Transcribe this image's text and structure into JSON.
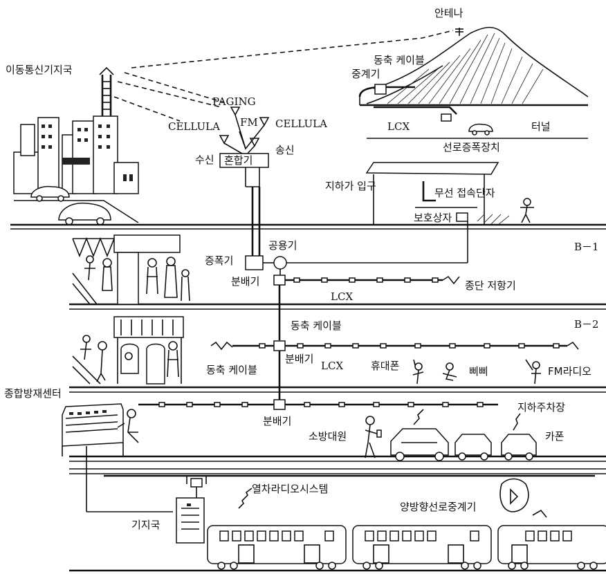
{
  "labels": {
    "antenna": "안테나",
    "mobile_base_station": "이동통신기지국",
    "coax_cable_top": "동축 케이블",
    "repeater": "중계기",
    "lcx_tunnel": "LCX",
    "tunnel": "터널",
    "line_amplifier": "선로증폭장치",
    "paging": "PAGING",
    "cellula_left": "CELLULA",
    "fm": "FM",
    "cellula_right": "CELLULA",
    "receive": "수신",
    "combiner_top": "혼합기",
    "transmit": "송신",
    "underground_entrance": "지하가 입구",
    "wireless_connector": "무선 접속단자",
    "protection_box": "보호상자",
    "level_b1": "B－1",
    "amplifier": "증폭기",
    "combiner_b1": "공용기",
    "splitter_b1": "분배기",
    "terminator": "종단 저항기",
    "lcx_b1": "LCX",
    "coax_cable_b2_top": "동축 케이블",
    "level_b2": "B－2",
    "coax_cable_b2_left": "동축 케이블",
    "splitter_b2": "분배기",
    "lcx_b2": "LCX",
    "mobile_phone": "휴대폰",
    "pager": "삐삐",
    "fm_radio": "FM라디오",
    "disaster_center": "종합방재센터",
    "underground_parking": "지하주차장",
    "splitter_b3": "분배기",
    "firefighter": "소방대원",
    "car_phone": "카폰",
    "train_radio": "열차라디오시스템",
    "bidirectional_repeater": "양방향선로중계기",
    "base_station": "기지국"
  }
}
